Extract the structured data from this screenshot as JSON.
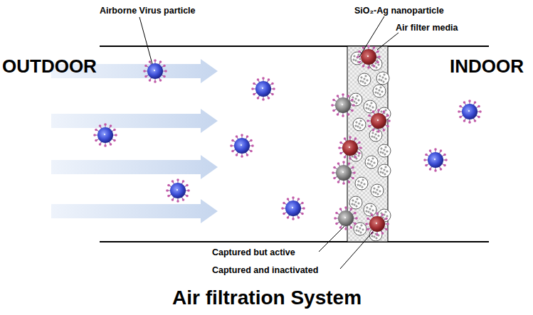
{
  "diagram": {
    "title": "Air filtration System",
    "labels": [
      "Airborne Virus particle",
      "SiO₂-Ag nanoparticle",
      "Air filter media",
      "OUTDOOR",
      "INDOOR",
      "Captured but active",
      "Captured and inactivated"
    ]
  }
}
